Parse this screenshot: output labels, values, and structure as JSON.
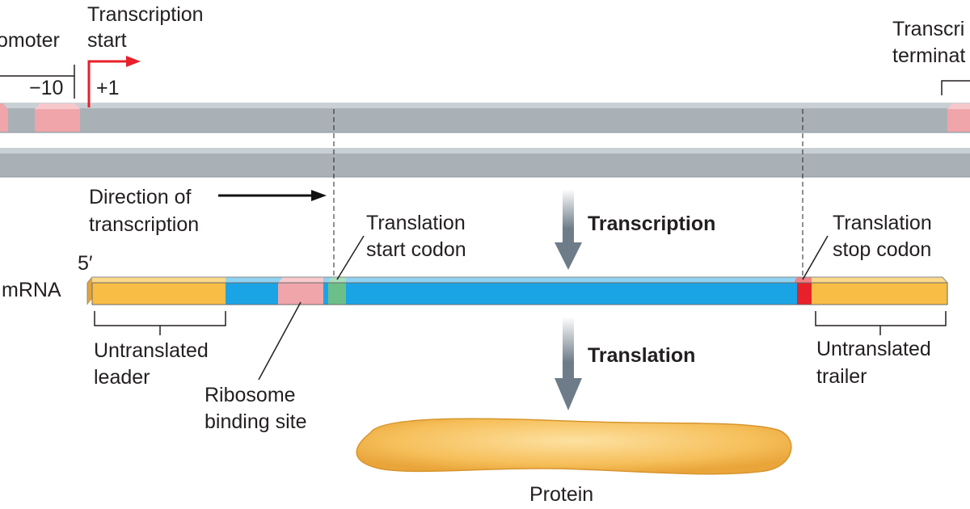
{
  "labels": {
    "promoter": "omoter",
    "transcription_start_line1": "Transcription",
    "transcription_start_line2": "start",
    "minus10": "−10",
    "plus1": "+1",
    "terminator_line1": "Transcri",
    "terminator_line2": "terminat",
    "direction_line1": "Direction of",
    "direction_line2": "transcription",
    "transcription": "Transcription",
    "translation": "Translation",
    "translation_start_line1": "Translation",
    "translation_start_line2": "start codon",
    "translation_stop_line1": "Translation",
    "translation_stop_line2": "stop codon",
    "five_prime": "5′",
    "mrna": "mRNA",
    "untranslated_leader_line1": "Untranslated",
    "untranslated_leader_line2": "leader",
    "untranslated_trailer_line1": "Untranslated",
    "untranslated_trailer_line2": "trailer",
    "ribosome_line1": "Ribosome",
    "ribosome_line2": "binding site",
    "protein": "Protein"
  },
  "colors": {
    "dna_strand": "#a9b1b7",
    "dna_edge": "#c9d0d5",
    "promoter_box": "#f0a5aa",
    "utr": "#f7bd45",
    "coding_region": "#1aa4e6",
    "ribosome_site": "#f0a5aa",
    "start_codon": "#6dbf8a",
    "stop_codon": "#e8202a",
    "start_arrow": "#e8202a",
    "process_arrow": "#6d7c88",
    "protein": "#f4b449",
    "text": "#231f20"
  }
}
